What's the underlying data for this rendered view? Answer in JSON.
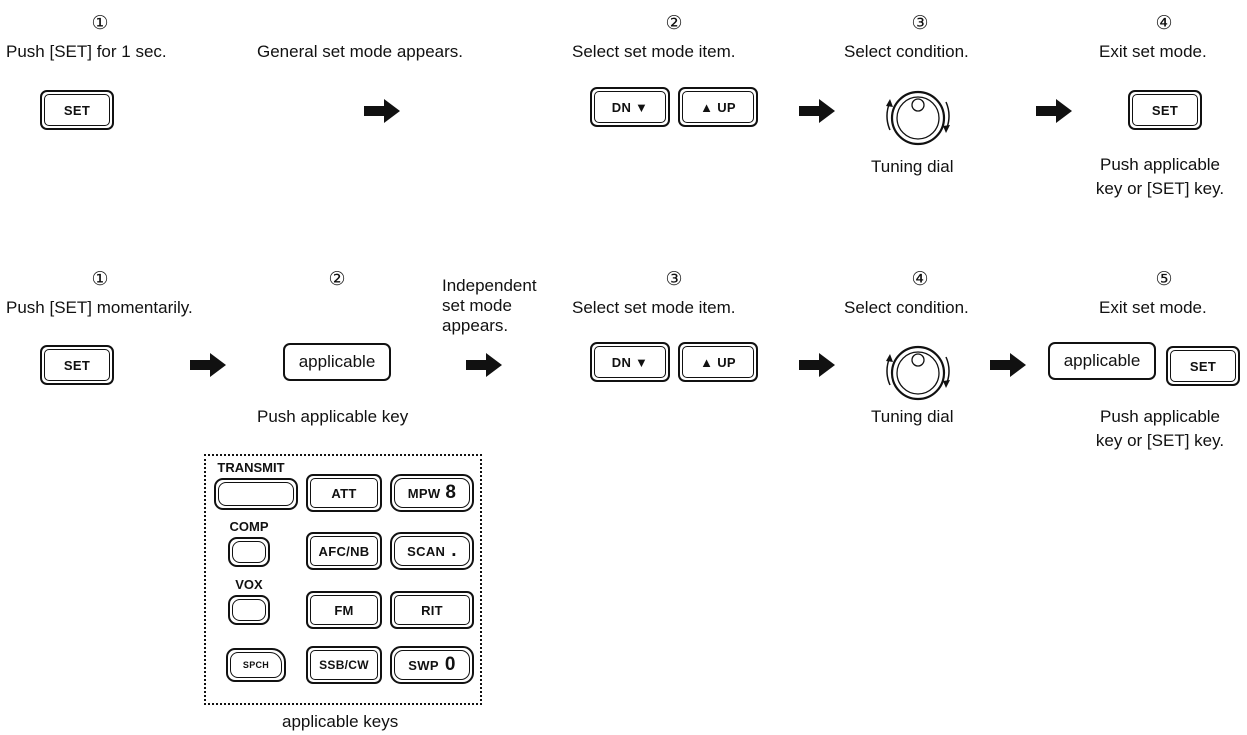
{
  "top": {
    "steps": [
      {
        "num": "①",
        "label": "Push [SET] for 1 sec."
      },
      {
        "label": "General set mode appears."
      },
      {
        "num": "②",
        "label": "Select set mode item."
      },
      {
        "num": "③",
        "label": "Select condition."
      },
      {
        "num": "④",
        "label": "Exit set mode."
      }
    ],
    "set_key": "SET",
    "dn_key": "DN ▼",
    "up_key": "▲ UP",
    "dial_caption": "Tuning dial",
    "exit_key": "SET",
    "exit_note_line1": "Push applicable",
    "exit_note_line2": "key or [SET] key."
  },
  "bottom": {
    "steps": [
      {
        "num": "①",
        "label": "Push [SET] momentarily."
      },
      {
        "num": "②"
      },
      {
        "label_line1": "Independent",
        "label_line2": "set mode",
        "label_line3": "appears."
      },
      {
        "num": "③",
        "label": "Select set mode item."
      },
      {
        "num": "④",
        "label": "Select condition."
      },
      {
        "num": "⑤",
        "label": "Exit set mode."
      }
    ],
    "set_key": "SET",
    "applicable_key": "applicable",
    "push_applicable": "Push applicable key",
    "dn_key": "DN ▼",
    "up_key": "▲ UP",
    "dial_caption": "Tuning dial",
    "exit_applicable": "applicable",
    "exit_set": "SET",
    "exit_note_line1": "Push applicable",
    "exit_note_line2": "key or [SET] key."
  },
  "keypad": {
    "caption": "applicable keys",
    "transmit": "TRANSMIT",
    "comp": "COMP",
    "vox": "VOX",
    "att": "ATT",
    "mpw": "MPW",
    "mpw_digit": "8",
    "afcnb": "AFC/NB",
    "scan": "SCAN",
    "scan_digit": ".",
    "fm": "FM",
    "rit": "RIT",
    "spch": "SPCH",
    "ssbcw": "SSB/CW",
    "swp": "SWP",
    "swp_digit": "0"
  }
}
